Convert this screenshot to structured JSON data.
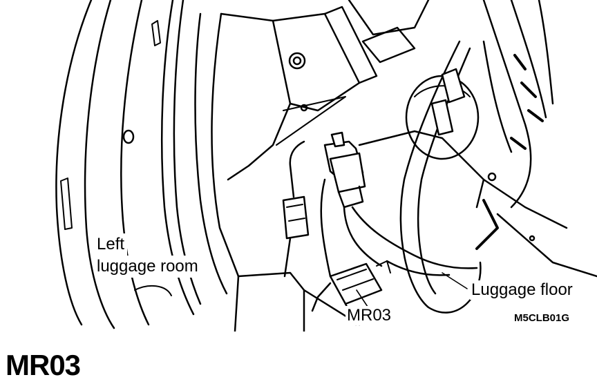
{
  "diagram": {
    "labels": {
      "left_luggage_room_line1": "Left",
      "left_luggage_room_line2": "luggage room",
      "connector": "MR03",
      "luggage_floor": "Luggage floor"
    },
    "figure_code": "M5CLB01G"
  },
  "caption": "MR03"
}
